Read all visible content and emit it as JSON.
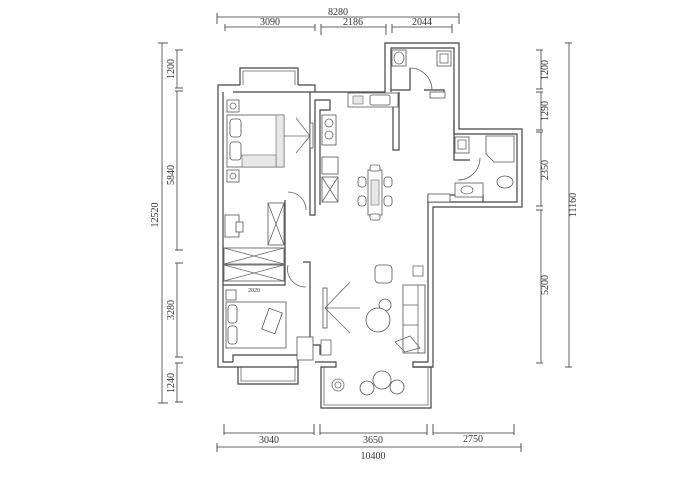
{
  "title": "Apartment floor plan",
  "dimensions": {
    "top_total": "8280",
    "top": [
      "3090",
      "2186",
      "2044"
    ],
    "bottom_total": "10400",
    "bottom": [
      "3040",
      "3650",
      "2750"
    ],
    "left_total": "12520",
    "left": [
      "1200",
      "5840",
      "3280",
      "1240"
    ],
    "right_total": "11160",
    "right": [
      "1200",
      "1290",
      "2350",
      "5200"
    ]
  },
  "interior_labels": {
    "wardrobe_width": "2020"
  },
  "colors": {
    "line": "#444444",
    "background": "#ffffff"
  }
}
